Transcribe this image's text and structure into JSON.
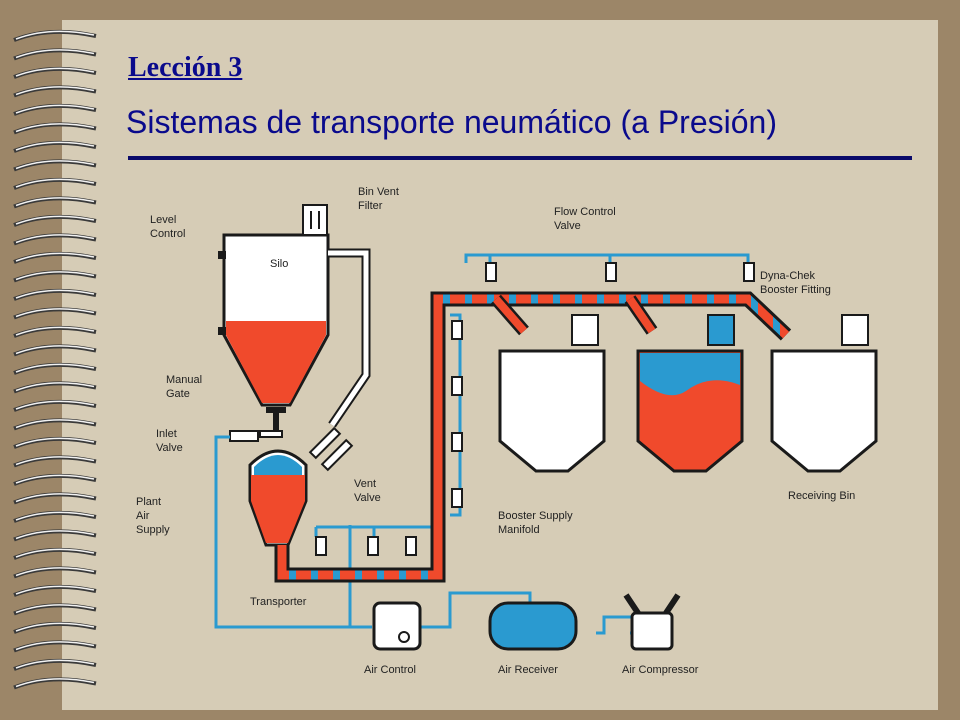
{
  "slide": {
    "title": "Lección 3",
    "subtitle": "Sistemas de transporte neumático (a Presión)"
  },
  "diagram": {
    "labels": {
      "bin_vent_filter": [
        "Bin Vent",
        "Filter"
      ],
      "level_control": [
        "Level",
        "Control"
      ],
      "silo": "Silo",
      "manual_gate": [
        "Manual",
        "Gate"
      ],
      "inlet_valve": [
        "Inlet",
        "Valve"
      ],
      "plant_air_supply": [
        "Plant",
        "Air",
        "Supply"
      ],
      "vent_valve": [
        "Vent",
        "Valve"
      ],
      "transporter": "Transporter",
      "flow_control_valve": [
        "Flow Control",
        "Valve"
      ],
      "dyna_chek": [
        "Dyna-Chek",
        "Booster Fitting"
      ],
      "booster_supply_manifold": [
        "Booster Supply",
        "Manifold"
      ],
      "receiving_bin": "Receiving Bin",
      "air_control": "Air Control",
      "air_receiver": "Air Receiver",
      "air_compressor": "Air Compressor"
    },
    "colors": {
      "material": "#f04a2c",
      "air": "#2a9ad0",
      "outline": "#1a1a1a",
      "paper": "#d6ccb6"
    }
  }
}
